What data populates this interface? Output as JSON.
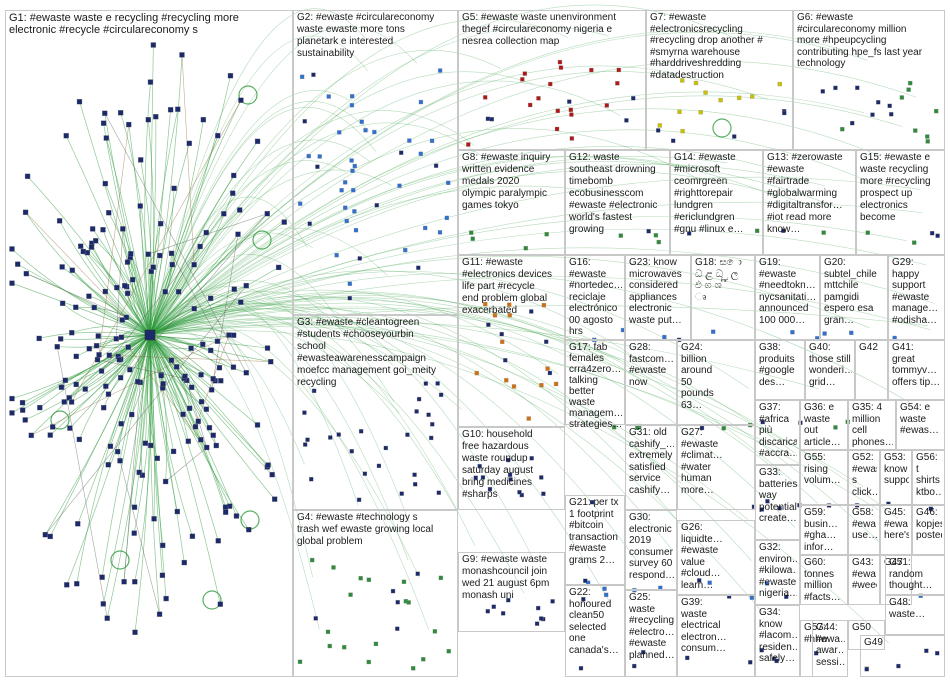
{
  "groups": [
    {
      "id": "G1",
      "label": "G1: #ewaste waste e recycling #recycling more\nelectronic #recycle #circulareconomy s"
    },
    {
      "id": "G2",
      "label": "G2: #ewaste #circulareconomy\nwaste ewaste more tons\nplanetark e interested\nsustainability"
    },
    {
      "id": "G5",
      "label": "G5: #ewaste waste unenvironment\nthegef #circulareconomy nigeria e\nnesrea collection map"
    },
    {
      "id": "G7",
      "label": "G7: #ewaste\n#electronicsrecycling\n#recycling drop another #\n#smyrna warehouse\n#harddriveshredding\n#datadestruction"
    },
    {
      "id": "G6",
      "label": "G6: #ewaste\n#circulareconomy million\nmore #hpeupcycling\ncontributing hpe_fs last year\ntechnology"
    },
    {
      "id": "G8",
      "label": "G8: #ewaste inquiry\nwritten evidence\nmedals 2020\nolympic paralympic\ngames tokyo"
    },
    {
      "id": "G12",
      "label": "G12: waste\nsoutheast drowning\ntimebomb\necobusinesscom\n#ewaste #electronic\nworld's fastest\ngrowing"
    },
    {
      "id": "G14",
      "label": "G14: #ewaste\n#microsoft\nceomrgreen\n#righttorepair\nlundgren\n#ericlundgren\n#gnu #linux e…"
    },
    {
      "id": "G13",
      "label": "G13: #zerowaste\n#ewaste\n#fairtrade\n#globalwarming\n#digitaltransfor…\n#iot read more\nknow…"
    },
    {
      "id": "G15",
      "label": "G15: #ewaste e\nwaste recycling\nmore #recycling\nprospect up\nelectronics\nbecome"
    },
    {
      "id": "G3",
      "label": "G3: #ewaste #cleantogreen\n#students #chooseyourbin\nschool\n#ewasteawarenesscampaign\nmoefcc management goi_meity\nrecycling"
    },
    {
      "id": "G11",
      "label": "G11: #ewaste\n#electronics devices\nlife part #recycle\nend problem global\nexacerbated"
    },
    {
      "id": "G16",
      "label": "G16:\n#ewaste\n#nortedec…\nreciclaje\nelectrónico\n00 agosto\nhrs"
    },
    {
      "id": "G23",
      "label": "G23: know\nmicrowaves\nconsidered\nappliances\nelectronic\nwaste put…"
    },
    {
      "id": "G18",
      "label": "G18: ස ො\nධ ළ ධ ු ල\nඵ ග ශ ී\nෘ"
    },
    {
      "id": "G19",
      "label": "G19:\n#ewaste\n#needtokn…\nnycsanitati…\nannounced\n100 000…"
    },
    {
      "id": "G20",
      "label": "G20:\nsubtel_chile\nmttchile\npamgidi\nespero esa\ngran…"
    },
    {
      "id": "G29",
      "label": "G29:\nhappy\nsupport\n#ewaste\nmanage…\n#odisha…"
    },
    {
      "id": "G28",
      "label": "G28:\nfastcom…\n#ewaste\nnow"
    },
    {
      "id": "G24",
      "label": "G24:\nbillion\naround\n50\npounds\n63…"
    },
    {
      "id": "G38",
      "label": "G38:\nproduits\n#google\ndes…"
    },
    {
      "id": "G40",
      "label": "G40:\nthose still\nwonderi…\ngrid…"
    },
    {
      "id": "G42",
      "label": "G42"
    },
    {
      "id": "G41",
      "label": "G41:\ngreat\ntommyv…\noffers tip…"
    },
    {
      "id": "G17",
      "label": "G17: fab\nfemales\ncrra4zero…\ntalking\nbetter\nwaste\nmanagem…\nstrategies…"
    },
    {
      "id": "G31",
      "label": "G31: old\ncashify_…\nextremely\nsatisfied\nservice\ncashify…"
    },
    {
      "id": "G27",
      "label": "G27:\n#ewaste\n#climat…\n#water\nhuman\nmore…"
    },
    {
      "id": "G37",
      "label": "G37:\n#africa\npiù\ndiscarica\n#accra…"
    },
    {
      "id": "G36",
      "label": "G36: e\nwaste out\narticle…"
    },
    {
      "id": "G35",
      "label": "G35: 4\nmillion cell\nphones…"
    },
    {
      "id": "G54",
      "label": "G54: e\nwaste\n#ewas…"
    },
    {
      "id": "G10",
      "label": "G10: household\nfree hazardous\nwaste roundup\nsaturday august\nbring medicines\n#sharps"
    },
    {
      "id": "G33",
      "label": "G33:\nbatteries\nway\npotential\ncreate…"
    },
    {
      "id": "G55",
      "label": "G55:\nrising\nvolum…"
    },
    {
      "id": "G52",
      "label": "G52:\n#ewas…\ns click…"
    },
    {
      "id": "G53",
      "label": "G53:\nknow\nsuppo…"
    },
    {
      "id": "G56",
      "label": "G56: t\nshirts\nktbo…"
    },
    {
      "id": "G21",
      "label": "G21: per tx\n1 footprint\n#bitcoin\ntransaction\n#ewaste\ngrams 2…"
    },
    {
      "id": "G30",
      "label": "G30:\nelectronic\n2019\nconsumer\nsurvey 60\nrespond…"
    },
    {
      "id": "G26",
      "label": "G26:\nliquidte…\n#ewaste\nvalue\n#cloud…\nlearn…"
    },
    {
      "id": "G32",
      "label": "G32:\nenviron…\n#kilowa…\n#ewaste\nnigeria…"
    },
    {
      "id": "G59",
      "label": "G59:\nbusin…\n#gha…\ninfor…"
    },
    {
      "id": "G58",
      "label": "G58:\n#ewa…\nuse…"
    },
    {
      "id": "G45",
      "label": "G45:\n#ewa…\nhere's…"
    },
    {
      "id": "G46",
      "label": "G46:\nkopjes\nposted…"
    },
    {
      "id": "G4",
      "label": "G4: #ewaste #technology s\ntrash wef ewaste growing local\nglobal problem"
    },
    {
      "id": "G9",
      "label": "G9: #ewaste waste\nmonashcouncil join\nwed 21 august 6pm\nmonash uni"
    },
    {
      "id": "G60",
      "label": "G60:\ntonnes\nmillion\n#facts…"
    },
    {
      "id": "G43",
      "label": "G43:\n#ewa…\n#weee"
    },
    {
      "id": "G47",
      "label": "G47"
    },
    {
      "id": "G51",
      "label": "G51:\nrandom\nthought…"
    },
    {
      "id": "G48",
      "label": "G48:\nwaste…"
    },
    {
      "id": "G22",
      "label": "G22:\nhonoured\nclean50\nselected\none\ncanada's…"
    },
    {
      "id": "G25",
      "label": "G25:\nwaste\n#recycling\n#electro…\n#ewaste\nplanned…"
    },
    {
      "id": "G39",
      "label": "G39:\nwaste\nelectrical\nelectron…\nconsum…"
    },
    {
      "id": "G34",
      "label": "G34:\nknow\n#lacom…\nresiden…\nsafely…"
    },
    {
      "id": "G57",
      "label": "G57:\n#hhw"
    },
    {
      "id": "G44",
      "label": "G44:\n#ewa…\nawar…\nsessi…"
    },
    {
      "id": "G50",
      "label": "G50"
    },
    {
      "id": "G49",
      "label": "G49"
    }
  ],
  "colors": {
    "edge_green": "#2e9a3c",
    "edge_dark": "#4a4a4a",
    "edge_brown": "#8b5a2b",
    "node_navy": "#1c2a6b",
    "node_green": "#2e8b3a",
    "node_red": "#b01818",
    "node_orange": "#d07010",
    "node_yellow": "#c8c000",
    "node_blue": "#2f6fd0",
    "border": "#c8c8c8"
  }
}
